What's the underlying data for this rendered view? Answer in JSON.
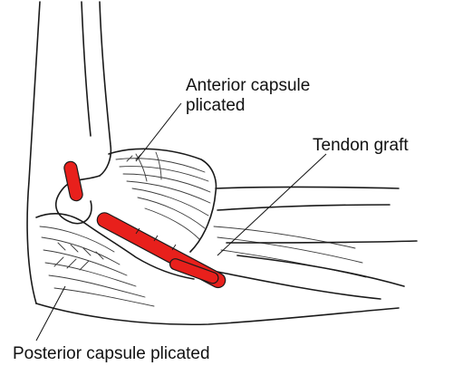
{
  "labels": {
    "anterior_line1": "Anterior capsule",
    "anterior_line2": "plicated",
    "tendon_graft": "Tendon graft",
    "posterior": "Posterior capsule plicated"
  },
  "colors": {
    "ink": "#1a1a1a",
    "graft_red": "#e8201c",
    "background": "#ffffff"
  }
}
